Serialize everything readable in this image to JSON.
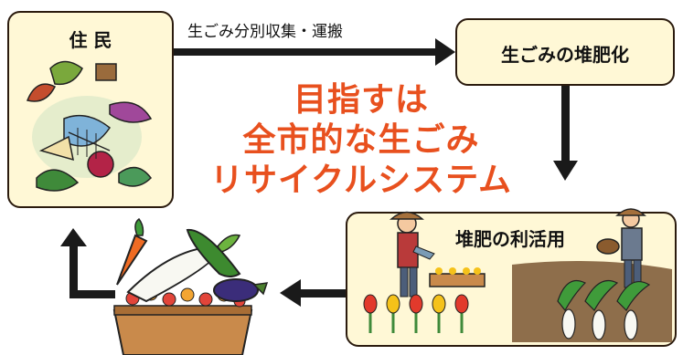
{
  "nodes": {
    "residents": {
      "label": "住 民"
    },
    "composting": {
      "label": "生ごみの堆肥化"
    },
    "utilization": {
      "label": "堆肥の利活用"
    }
  },
  "edges": {
    "collection": {
      "label": "生ごみ分別収集・運搬"
    }
  },
  "title": {
    "line1": "目指すは",
    "line2": "全市的な生ごみ",
    "line3": "リサイクルシステム"
  },
  "colors": {
    "box_fill": "#fff8d6",
    "title_color": "#e8501e",
    "arrow_color": "#1a1a1a"
  },
  "icons": {
    "residents": "kitchen-waste-illustration",
    "utilization": "farmers-illustration",
    "produce": "vegetables-and-flowers-illustration"
  }
}
